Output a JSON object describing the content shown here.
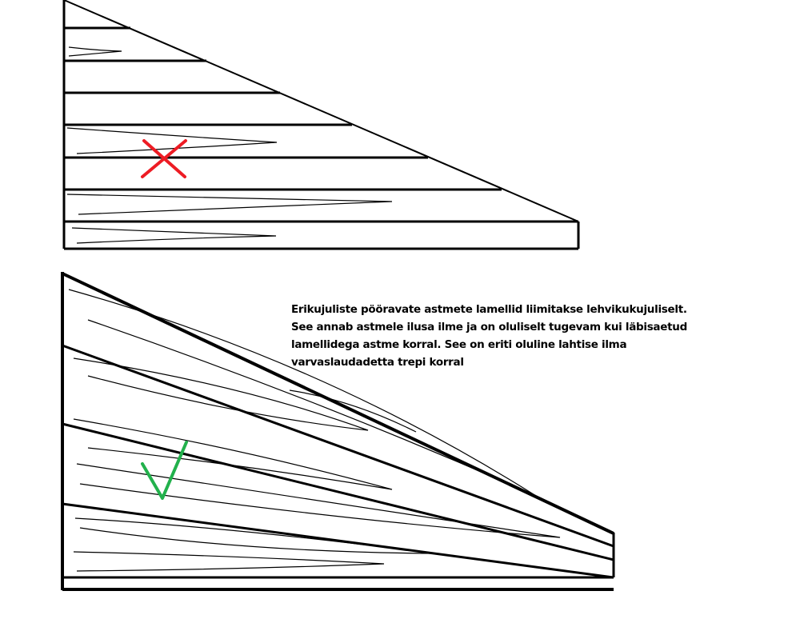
{
  "caption": {
    "lines": [
      "Erikujuliste pööravate astmete lamellid liimitakse lehvikukujuliselt.",
      "See annab astmele ilusa ilme ja on oluliselt tugevam kui läbisaetud",
      "lamellidega astme korral. See on eriti oluline lahtise ilma",
      "varvaslaudadetta trepi korral"
    ]
  },
  "marks": {
    "wrong": {
      "icon": "cross-icon",
      "color": "#ed1c24"
    },
    "right": {
      "icon": "check-icon",
      "color": "#22b14c"
    }
  }
}
